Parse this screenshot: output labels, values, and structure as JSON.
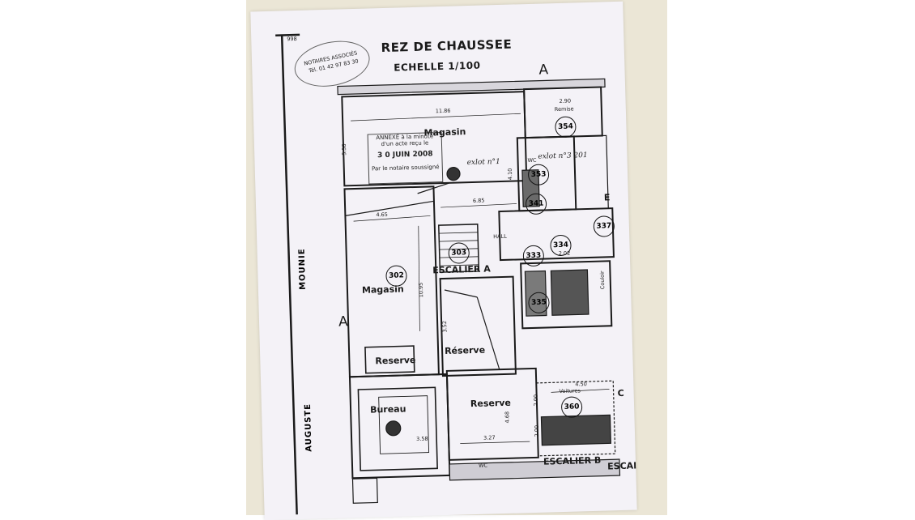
{
  "document": {
    "title": "REZ DE CHAUSSEE",
    "scale": "ECHELLE 1/100",
    "year_fragment": "998",
    "section_marker": "A",
    "section_marker_left": "A",
    "street_name": "MOUNIE",
    "street_name_2": "AUGUSTE",
    "stamp_notary": "NOTAIRES ASSOCIÉS",
    "stamp_phone": "Tél. 01 42 97 83 30",
    "annex_line1": "ANNEXÉ à la minute",
    "annex_line2": "d'un acte reçu le",
    "annex_date": "3 0 JUIN 2008",
    "annex_line3": "Par le notaire soussigné",
    "hand_note_1": "exlot n°1",
    "hand_note_2": "exlot n°3 201"
  },
  "rooms": {
    "magasin_top": "Magasin",
    "magasin_main": "Magasin",
    "reserve_1": "Reserve",
    "reserve_2": "Réserve",
    "reserve_3": "Reserve",
    "bureau": "Bureau",
    "remise": "Remise",
    "escalier_a": "ESCALIER A",
    "escalier_b": "ESCALIER B",
    "escal": "ESCAL",
    "hall": "HALL",
    "wc_1": "WC",
    "wc_2": "WC",
    "voitures": "Voitures",
    "couloir": "Couloir",
    "corner_c": "C",
    "corner_e": "E"
  },
  "lots": [
    "354",
    "353",
    "341",
    "303",
    "333",
    "334",
    "337",
    "302",
    "335",
    "360"
  ],
  "dimensions": {
    "d1": "11.86",
    "d2": "2.90",
    "d3": "4.65",
    "d4": "6.85",
    "d5": "10.95",
    "d6": "3.58",
    "d7": "3.27",
    "d8": "4.68",
    "d9": "4.50",
    "d10": "2.00",
    "d11": "2.00",
    "d12": "5.58",
    "d13": "4.10",
    "d14": "3.52",
    "d15": "2.02"
  }
}
